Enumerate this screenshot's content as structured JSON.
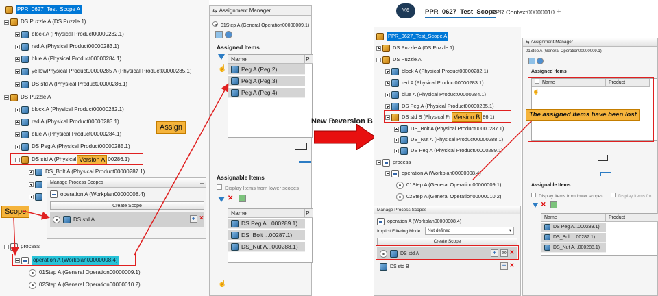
{
  "left": {
    "root": "PPR_0627_Test_Scope A",
    "tree": [
      "DS Puzzle A (DS Puzzle.1)",
      "block A (Physical Product00000282.1)",
      "red A (Physical Product00000283.1)",
      "blue A (Physical Product00000284.1)",
      "yellowPhysical Product00000285 A (Physical Product00000285.1)",
      "DS std A (Physical Product00000286.1)",
      "DS Puzzle A",
      "block A (Physical Product00000282.1)",
      "red A (Physical Product00000283.1)",
      "blue A (Physical Product00000284.1)",
      "DS Peg A (Physical Product00000285.1)",
      "DS std A (Physical",
      "00286.1)",
      "DS_Bolt A (Physical Product00000287.1)"
    ],
    "version_label": "Version A",
    "process": "process",
    "operation": "operation A (Workplan00000008.4)",
    "steps": [
      "01Step A (General Operation00000009.1)",
      "02Step A (General Operation00000010.2)"
    ],
    "assign_label": "Assign",
    "scope_label": "Scope",
    "scopes_panel": {
      "title": "Manage Process Scopes",
      "workplan": "operation A (Workplan00000008.4)",
      "create": "Create Scope",
      "item": "DS std A"
    },
    "assignment": {
      "title": "Assignment Manager",
      "step": "01Step A (General Operation00000009.1)",
      "assigned_title": "Assigned Items",
      "col_name": "Name",
      "col_p": "P",
      "assigned": [
        "Peg A (Peg.2)",
        "Peg A (Peg.3)",
        "Peg A (Peg.4)"
      ],
      "assignable_title": "Assignable Items",
      "lower_scopes": "Display Items from lower scopes",
      "assignable": [
        "DS Peg A...000289.1)",
        "DS_Bolt ...00287.1)",
        "DS_Nut A...000288.1)"
      ]
    }
  },
  "middle": {
    "label": "New Reversion B"
  },
  "right": {
    "app_badge": "V.6",
    "tab1": "PPR_0627_Test_Scope",
    "tab2": "PPR Context00000010",
    "tab_add": "+",
    "root": "PPR_0627_Test_Scope A",
    "tree": [
      "DS Puzzle A (DS Puzzle.1)",
      "DS Puzzle A",
      "block A (Physical Product00000282.1)",
      "red A (Physical Product00000283.1)",
      "blue A (Physical Product00000284.1)",
      "DS Peg A (Physical Product00000285.1)",
      "DS std B (Physical Pr",
      "86.1)",
      "DS_Bolt A (Physical Product00000287.1)",
      "DS_Nut A (Physical Product00000288.1)",
      "DS Peg A (Physical Product00000289.1)",
      "process",
      "operation A (Workplan00000008.4)",
      "01Step A (General Operation00000009.1)",
      "02Step A (General Operation00000010.2)"
    ],
    "version_label": "Version B",
    "lost_label": "The assigned items have been lost",
    "assignment": {
      "title": "Assignment Manager",
      "step": "01Step A (General Operation00000009.1)",
      "assigned_title": "Assigned Items",
      "col_name": "Name",
      "col_product": "Product",
      "assignable_title": "Assignable Items",
      "lower_scopes": "Display Items from lower scopes",
      "lower_scopes2": "Display Items fro",
      "assignable": [
        "DS Peg A...000289.1)",
        "DS_Bolt ...00287.1)",
        "DS_Nut A...000288.1)"
      ]
    },
    "scopes_panel": {
      "title": "Manage Process Scopes",
      "workplan": "operation A (Workplan00000008.4)",
      "filter_label": "Implicit Filtering Mode",
      "filter_value": "Not defined",
      "create": "Create Scope",
      "items": [
        "DS std A",
        "DS std B"
      ]
    }
  },
  "colors": {
    "red": "#e02020",
    "orange": "#f5b43c",
    "selection": "#0078d7",
    "cyan": "#27c3d8"
  }
}
